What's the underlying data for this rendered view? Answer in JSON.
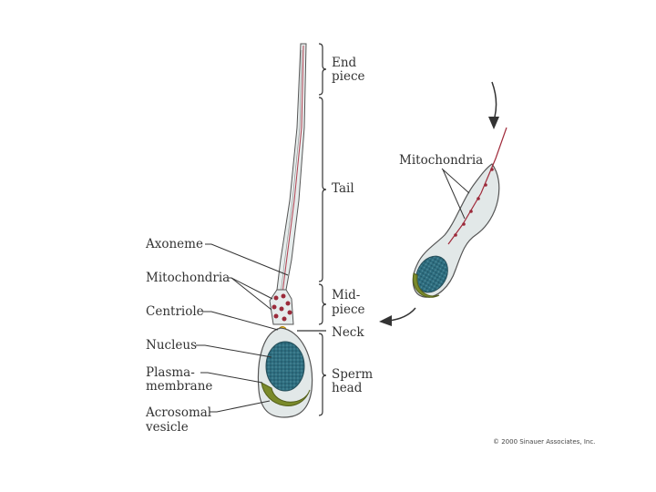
{
  "left_labels": {
    "axoneme": "Axoneme",
    "mitochondria": "Mitochondria",
    "centriole": "Centriole",
    "nucleus": "Nucleus",
    "plasma_membrane": [
      "Plasma-",
      "membrane"
    ],
    "acrosomal_vesicle": [
      "Acrosomal",
      "vesicle"
    ]
  },
  "right_labels": {
    "end_piece": [
      "End",
      "piece"
    ],
    "tail": "Tail",
    "mid_piece": [
      "Mid-",
      "piece"
    ],
    "neck": "Neck",
    "sperm_head": [
      "Sperm",
      "head"
    ]
  },
  "inset": {
    "mitochondria": "Mitochondria"
  },
  "copyright": "© 2000 Sinauer Associates, Inc.",
  "colors": {
    "nucleus": "#2e6e80",
    "acrosome": "#7a8a2a",
    "mitochondria": "#9b2a3a",
    "cell_body": "#e2e8e8",
    "outline": "#555555",
    "leader": "#333333"
  }
}
